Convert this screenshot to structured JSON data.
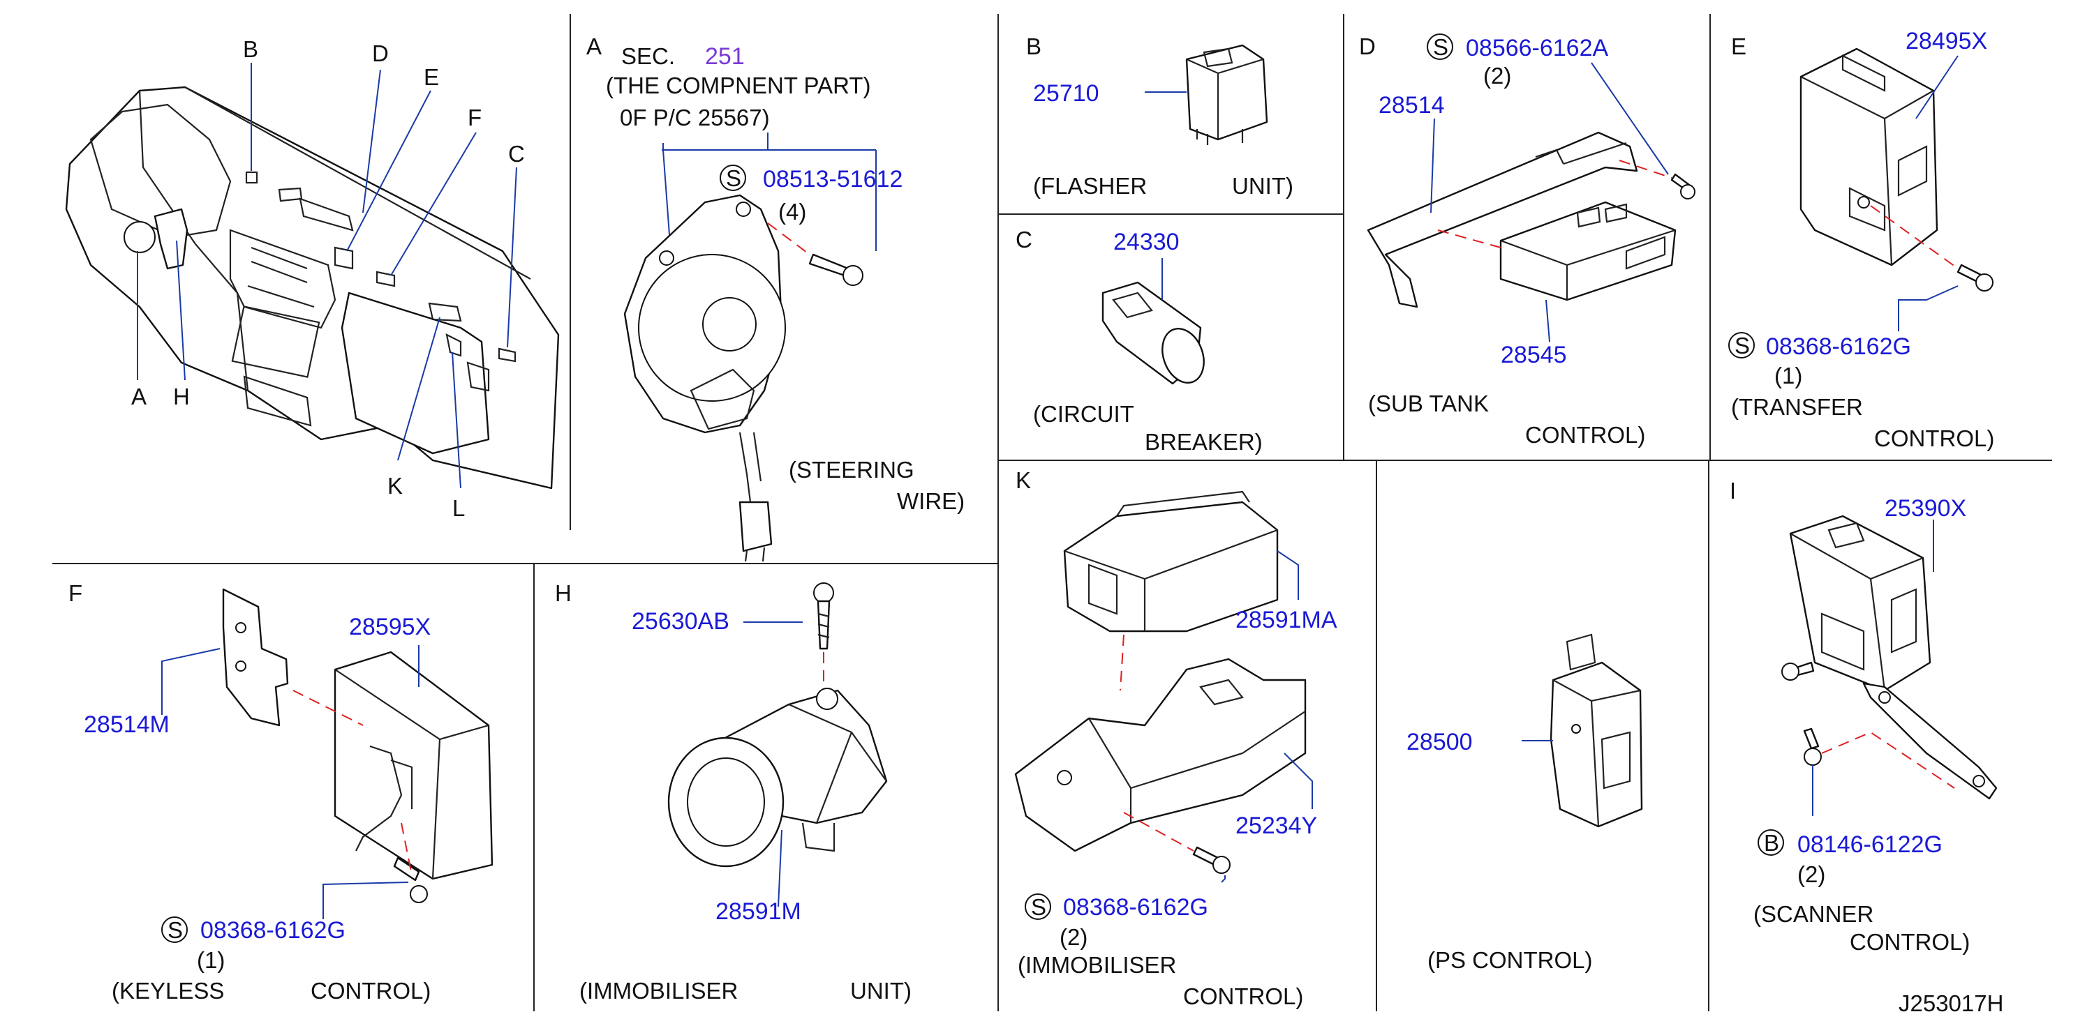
{
  "diagram_code": "J253017H",
  "panels": {
    "overview": {
      "letters": [
        "B",
        "D",
        "E",
        "F",
        "C",
        "A",
        "H",
        "K",
        "L"
      ]
    },
    "A": {
      "letter": "A",
      "sec_label": "SEC.",
      "sec_number": "251",
      "note_line1": "(THE  COMPNENT  PART)",
      "note_line2": "0F  P/C  25567)",
      "bolt_symbol": "S",
      "bolt_part": "08513-51612",
      "bolt_qty": "(4)",
      "name_line1": "(STEERING",
      "name_line2": "WIRE)"
    },
    "B": {
      "letter": "B",
      "part": "25710",
      "name_line1": "(FLASHER",
      "name_line2": "UNIT)"
    },
    "C": {
      "letter": "C",
      "part": "24330",
      "name_line1": "(CIRCUIT",
      "name_line2": "BREAKER)"
    },
    "D": {
      "letter": "D",
      "bolt_symbol": "S",
      "bolt_part": "08566-6162A",
      "bolt_qty": "(2)",
      "bracket_part": "28514",
      "unit_part": "28545",
      "name_line1": "(SUB   TANK",
      "name_line2": "CONTROL)"
    },
    "E": {
      "letter": "E",
      "unit_part": "28495X",
      "bolt_symbol": "S",
      "bolt_part": "08368-6162G",
      "bolt_qty": "(1)",
      "name_line1": "(TRANSFER",
      "name_line2": "CONTROL)"
    },
    "F": {
      "letter": "F",
      "bracket_part": "28514M",
      "unit_part": "28595X",
      "bolt_symbol": "S",
      "bolt_part": "08368-6162G",
      "bolt_qty": "(1)",
      "name_line1": "(KEYLESS",
      "name_line2": "CONTROL)"
    },
    "H": {
      "letter": "H",
      "screw_part": "25630AB",
      "unit_part": "28591M",
      "name_line1": "(IMMOBILISER",
      "name_line2": "UNIT)"
    },
    "K": {
      "letter": "K",
      "unit_part": "28591MA",
      "bracket_part": "25234Y",
      "bolt_symbol": "S",
      "bolt_part": "08368-6162G",
      "bolt_qty": "(2)",
      "name_line1": "(IMMOBILISER",
      "name_line2": "CONTROL)"
    },
    "PS": {
      "unit_part": "28500",
      "name": "(PS   CONTROL)"
    },
    "I": {
      "letter": "I",
      "unit_part": "25390X",
      "bolt_symbol": "B",
      "bolt_part": "08146-6122G",
      "bolt_qty": "(2)",
      "name_line1": "(SCANNER",
      "name_line2": "CONTROL)"
    }
  }
}
